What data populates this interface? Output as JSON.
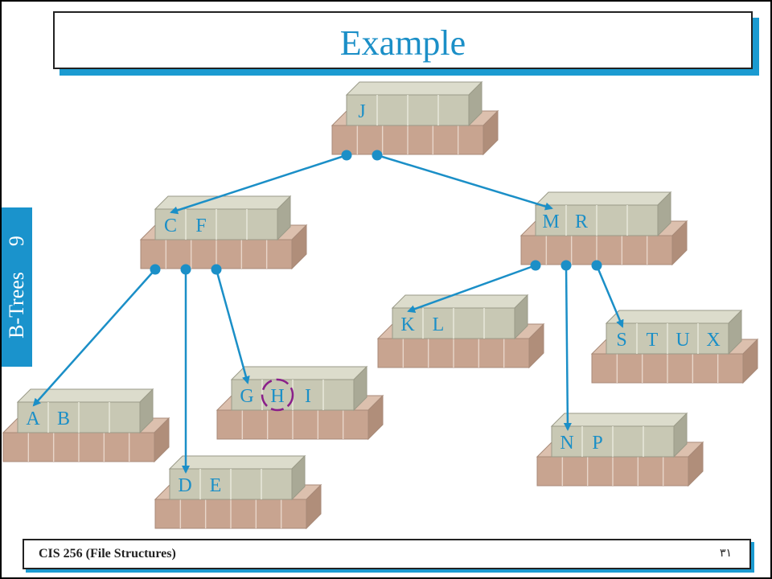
{
  "slide": {
    "title": "Example",
    "side_tab": {
      "label": "B-Trees",
      "number": "9"
    },
    "footer": {
      "course": "CIS 256 (File Structures)",
      "page": "٣١"
    }
  },
  "colors": {
    "accent": "#1b8fc7",
    "node_top": "#c8c8b4",
    "node_bottom": "#c8a490",
    "highlight_circle": "#8a1f8a"
  },
  "tree": {
    "nodes": [
      {
        "id": "root",
        "keys": [
          "J"
        ]
      },
      {
        "id": "cf",
        "keys": [
          "C",
          "F"
        ]
      },
      {
        "id": "mr",
        "keys": [
          "M",
          "R"
        ]
      },
      {
        "id": "ab",
        "keys": [
          "A",
          "B"
        ]
      },
      {
        "id": "de",
        "keys": [
          "D",
          "E"
        ]
      },
      {
        "id": "ghi",
        "keys": [
          "G",
          "H",
          "I"
        ],
        "highlighted_key": "H"
      },
      {
        "id": "kl",
        "keys": [
          "K",
          "L"
        ]
      },
      {
        "id": "np",
        "keys": [
          "N",
          "P"
        ]
      },
      {
        "id": "stux",
        "keys": [
          "S",
          "T",
          "U",
          "X"
        ]
      }
    ],
    "edges": [
      {
        "from": "root",
        "pointer": 0,
        "to": "cf"
      },
      {
        "from": "root",
        "pointer": 1,
        "to": "mr"
      },
      {
        "from": "cf",
        "pointer": 0,
        "to": "ab"
      },
      {
        "from": "cf",
        "pointer": 1,
        "to": "de"
      },
      {
        "from": "cf",
        "pointer": 2,
        "to": "ghi"
      },
      {
        "from": "mr",
        "pointer": 0,
        "to": "kl"
      },
      {
        "from": "mr",
        "pointer": 1,
        "to": "np"
      },
      {
        "from": "mr",
        "pointer": 2,
        "to": "stux"
      }
    ]
  }
}
